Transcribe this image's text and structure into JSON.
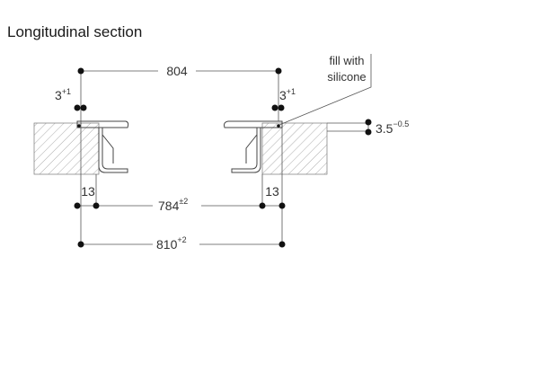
{
  "title": "Longitudinal section",
  "dimensions": {
    "top_width": "804",
    "left_gap_base": "3",
    "left_gap_tol": "+1",
    "right_gap_base": "3",
    "right_gap_tol": "+1",
    "thickness_base": "3.5",
    "thickness_tol": "−0.5",
    "left_edge": "13",
    "right_edge": "13",
    "cutout_base": "784",
    "cutout_tol": "±2",
    "overall_base": "810",
    "overall_tol": "+2"
  },
  "note": {
    "line1": "fill with",
    "line2": "silicone"
  }
}
